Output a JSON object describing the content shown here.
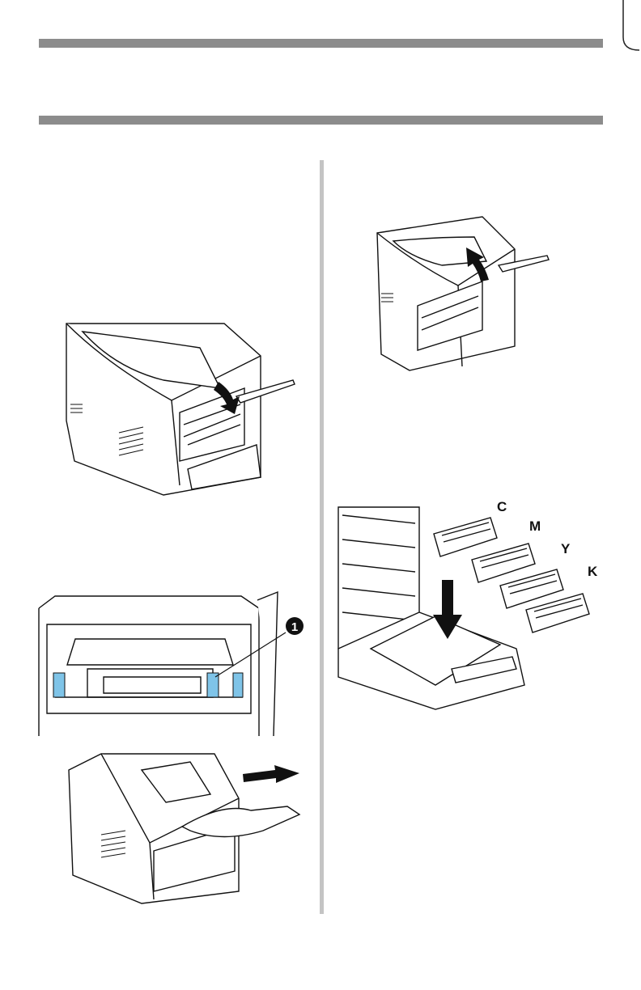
{
  "header": {
    "title": "",
    "section": ""
  },
  "callout": {
    "number": "1"
  },
  "drum_labels": {
    "c": "C",
    "m": "M",
    "y": "Y",
    "k": "K"
  },
  "icons": {
    "arrow_down": "arrow-down-icon",
    "arrow_up": "arrow-up-icon",
    "arrow_right": "arrow-right-icon"
  },
  "colors": {
    "rule": "#8c8c8c",
    "divider": "#c4c4c4",
    "latch": "#7fc4e8",
    "ink": "#111111"
  }
}
